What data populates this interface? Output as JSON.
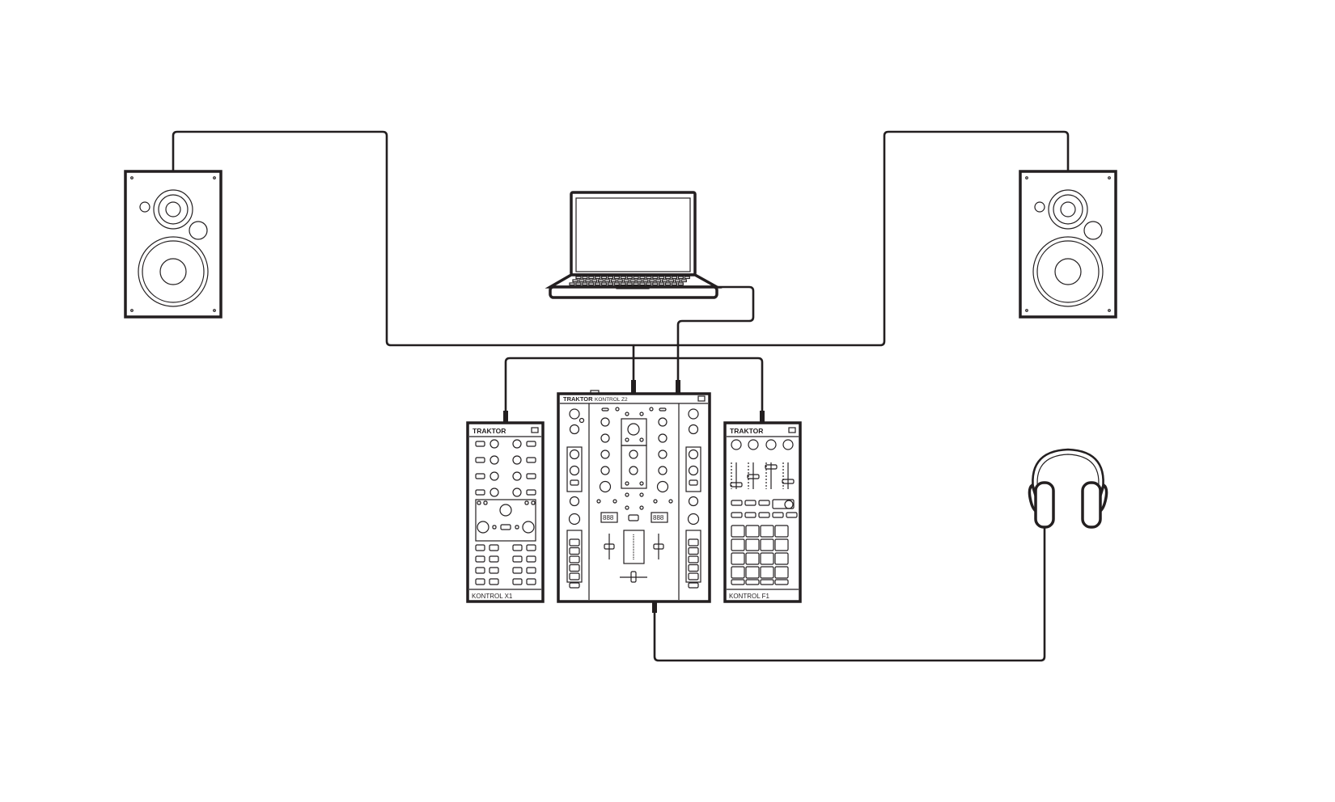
{
  "diagram": {
    "devices": {
      "x1": {
        "brand": "TRAKTOR",
        "model": "KONTROL X1"
      },
      "z2": {
        "brand": "TRAKTOR",
        "model": "KONTROL Z2",
        "display_left": "888",
        "display_right": "888"
      },
      "f1": {
        "brand": "TRAKTOR",
        "model": "KONTROL F1"
      }
    },
    "colors": {
      "line": "#231f20",
      "background": "#ffffff"
    }
  }
}
